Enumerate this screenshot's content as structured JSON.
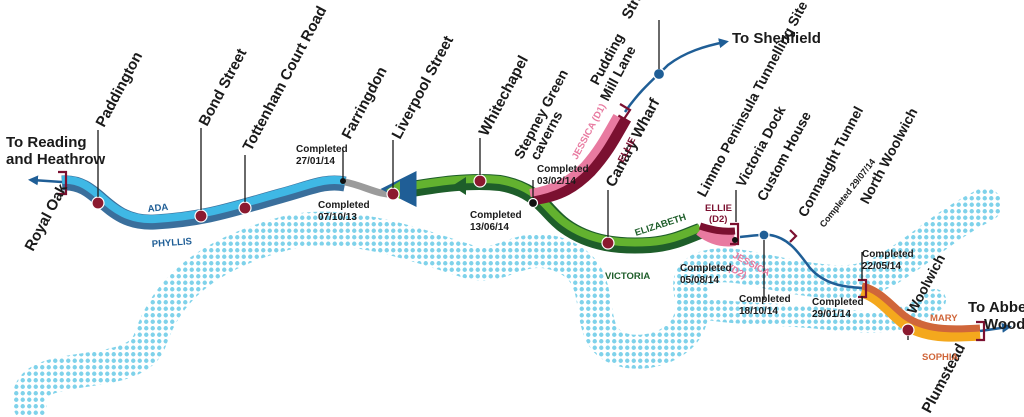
{
  "colors": {
    "river": "#7fd2ea",
    "ada_phyllis_light": "#3fb8e5",
    "ada_phyllis_dark": "#3a6f9c",
    "elizabeth_victoria_light": "#63b22f",
    "elizabeth_victoria_dark": "#1e5e2a",
    "jessica_ellie_light": "#e87aa0",
    "jessica_ellie_dark": "#7b1030",
    "mary_sophia_light": "#f4a81d",
    "mary_sophia_dark": "#d0663a",
    "completed_section": "#9b9b9b",
    "surface_line": "#1f5e96",
    "station_marker": "#8b1a2f"
  },
  "destinations": {
    "west": "To Reading and Heathrow",
    "northeast": "To Shenfield",
    "east": "To Abbey Wood"
  },
  "stations": {
    "royal_oak": "Royal Oak",
    "paddington": "Paddington",
    "bond_street": "Bond Street",
    "tottenham_court_road": "Tottenham Court Road",
    "farringdon": "Farringdon",
    "liverpool_street": "Liverpool Street",
    "whitechapel": "Whitechapel",
    "stepney_green": "Stepney Green caverns",
    "pudding_mill_lane": "Pudding Mill Lane",
    "stratford": "Stratford",
    "canary_wharf": "Canary Wharf",
    "limmo": "Limmo Peninsula Tunnelling Site",
    "victoria_dock": "Victoria Dock",
    "custom_house": "Custom House",
    "connaught_tunnel": "Connaught Tunnel",
    "north_woolwich": "North Woolwich",
    "woolwich": "Woolwich",
    "plumstead": "Plumstead"
  },
  "tbms": {
    "ada": "ADA",
    "phyllis": "PHYLLIS",
    "elizabeth": "ELIZABETH",
    "victoria": "VICTORIA",
    "jessica_d1": "JESSICA (D1)",
    "ellie": "ELLIE",
    "ellie_d2": "ELLIE (D2)",
    "jessica_d2": "JESSICA (D2)",
    "mary": "MARY",
    "sophia": "SOPHIA"
  },
  "completions": {
    "farringdon_ada": {
      "label": "Completed",
      "date": "27/01/14"
    },
    "farringdon_phyllis": {
      "label": "Completed",
      "date": "07/10/13"
    },
    "stepney_jessica": {
      "label": "Completed",
      "date": "03/02/14"
    },
    "stepney_elizabeth": {
      "label": "Completed",
      "date": "13/06/14"
    },
    "limmo_ellie": {
      "label": "Completed",
      "date": "05/08/14"
    },
    "victoria_dock_jessica": {
      "label": "Completed",
      "date": "18/10/14"
    },
    "connaught_tunnel": {
      "text": "Completed 29/07/14"
    },
    "north_woolwich": {
      "label": "Completed",
      "date": "22/05/14"
    },
    "plumstead": {
      "label": "Completed",
      "date": "29/01/14"
    }
  }
}
